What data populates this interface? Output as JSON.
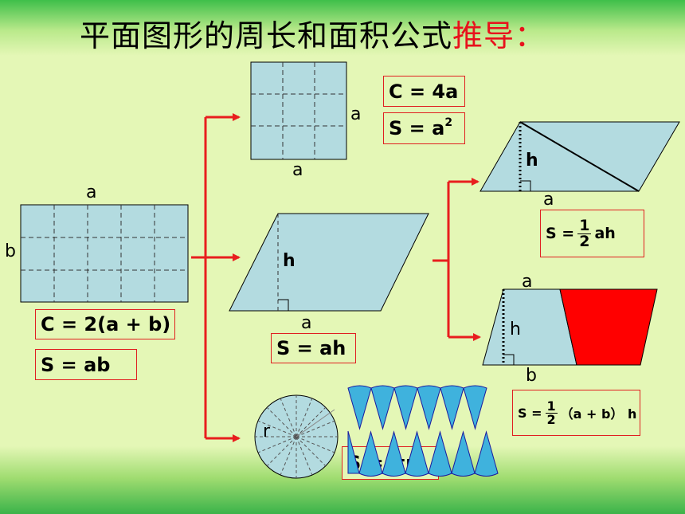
{
  "title": {
    "main": "平面图形的周长和面积公式",
    "highlight": "推导",
    "colon": "："
  },
  "labels": {
    "a": "a",
    "b": "b",
    "h": "h",
    "r": "r"
  },
  "formulas": {
    "square_c": "C = 4a",
    "square_s_base": "S = a",
    "square_s_exp": "2",
    "rect_c": "C = 2(a + b)",
    "rect_s": "S = ab",
    "para_s": "S = ah",
    "tri_s_prefix": "S =",
    "tri_s_num": "1",
    "tri_s_den": "2",
    "tri_s_suffix": "ah",
    "trap_s_prefix": "S =",
    "trap_s_num": "1",
    "trap_s_den": "2",
    "trap_s_suffix": "（a + b） h",
    "circle_s": "S = πr²"
  },
  "colors": {
    "shape_fill": "#b3dbe0",
    "arrow": "#e81e1e",
    "trap_red": "#ff0000",
    "border": "#e02020"
  }
}
